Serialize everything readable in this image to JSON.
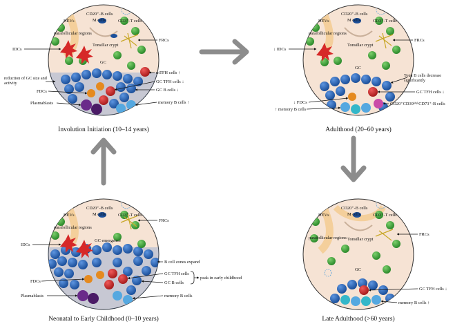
{
  "colors": {
    "background": "#ffffff",
    "tissue": "#f6e3d4",
    "b_cell": "#2f6fc4",
    "b_cell_dark": "#1b4f9a",
    "b_cell_light": "#55a8e0",
    "t_cell": "#3aa73a",
    "fdc": "#e58a1f",
    "red_cell": "#d62828",
    "plasmablast": "#6a2b8a",
    "hev": "#f4cf9b",
    "arrow": "#8c8c8c",
    "pink_cell": "#c94aa8",
    "teal_cell": "#34b7c9"
  },
  "panels": {
    "involution": {
      "caption": "Involution Initiation (10–14 years)",
      "labels": {
        "hevs": "HEVs",
        "cd20": "CD20⁺-B cells",
        "m_cells": "M cells",
        "cd3": "CD3⁺-T cells",
        "parafollicular": "parafollicular regions",
        "frcs": "FRCs",
        "idcs": "IDCs",
        "crypt": "Tonsillar crypt",
        "gc": "GC",
        "reduction": "reduction of GC size and activity",
        "mtfh": "mTFH cells ↑",
        "gctfh": "GC TFH cells ↓",
        "gcb": "GC B cells ↓",
        "fdcs": "FDCs",
        "plasmablasts": "Plasmablasts",
        "memory": "memory B cells ↑"
      }
    },
    "adulthood": {
      "caption": "Adulthood (20–60 years)",
      "labels": {
        "hevs": "HEVs",
        "cd20": "CD20⁺-B cells",
        "m_cells": "M cells",
        "cd3": "CD3⁺-T cells",
        "parafollicular": "parafollicular regions",
        "frcs": "FRCs",
        "idcs": "↓ IDCs",
        "crypt": "Tonsillar crypt",
        "gc": "GC",
        "total_b": "Total B cells decrease significantly",
        "gctfh": "GC TFH cells ↓",
        "fdcs": "↓ FDCs",
        "memory": "↑ memory B cells",
        "cd20cd39": "CD20⁺CD39ʰⁱᵍʰCD73⁺-B cells"
      }
    },
    "neonatal": {
      "caption": "Neonatal to Early Childhood (0–10 years)",
      "labels": {
        "hevs": "HEVs",
        "cd20": "CD20⁺-B cells",
        "m_cells": "M cells",
        "cd3": "CD3⁺-T cells",
        "parafollicular": "parafollicular regions",
        "frcs": "FRCs",
        "idcs": "IDCs",
        "gc_emergence": "GC emergence",
        "b_zones": "B cell zones expand",
        "gctfh": "GC TFH cells",
        "gcb": "GC B cells",
        "peak": "peak in early childhood",
        "fdcs": "FDCs",
        "plasmablasts": "Plasmablasts",
        "memory": "memory B cells"
      }
    },
    "late": {
      "caption": "Late Adulthood (>60 years)",
      "labels": {
        "hevs": "HEVs",
        "cd20": "CD20⁺-B cells",
        "m_cells": "M cells",
        "cd3": "CD3⁺-T cells",
        "parafollicular": "parafollicular regions",
        "frcs": "FRCs",
        "crypt": "Tonsillar crypt",
        "gc": "GC",
        "gctfh": "GC TFH cells ↓",
        "memory": "memory B cells ↑"
      }
    }
  }
}
